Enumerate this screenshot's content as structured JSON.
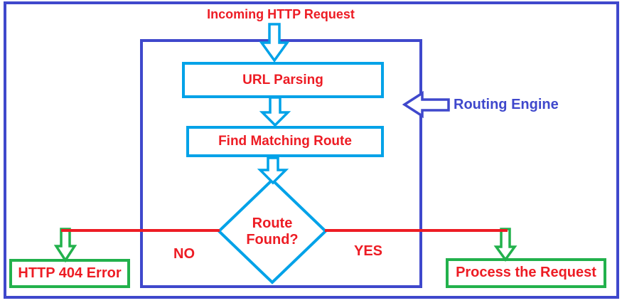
{
  "diagram": {
    "title": "Incoming HTTP Request",
    "engine_label": "Routing Engine",
    "steps": {
      "url_parsing": "URL Parsing",
      "find_matching_route": "Find Matching Route"
    },
    "decision": {
      "line1": "Route",
      "line2": "Found?"
    },
    "branch_no": {
      "label": "NO",
      "result": "HTTP 404 Error"
    },
    "branch_yes": {
      "label": "YES",
      "result": "Process the Request"
    }
  },
  "colors": {
    "indigo": "#3f48cc",
    "turquoise": "#00a2e8",
    "red": "#ed1c24",
    "green": "#22b14c"
  }
}
